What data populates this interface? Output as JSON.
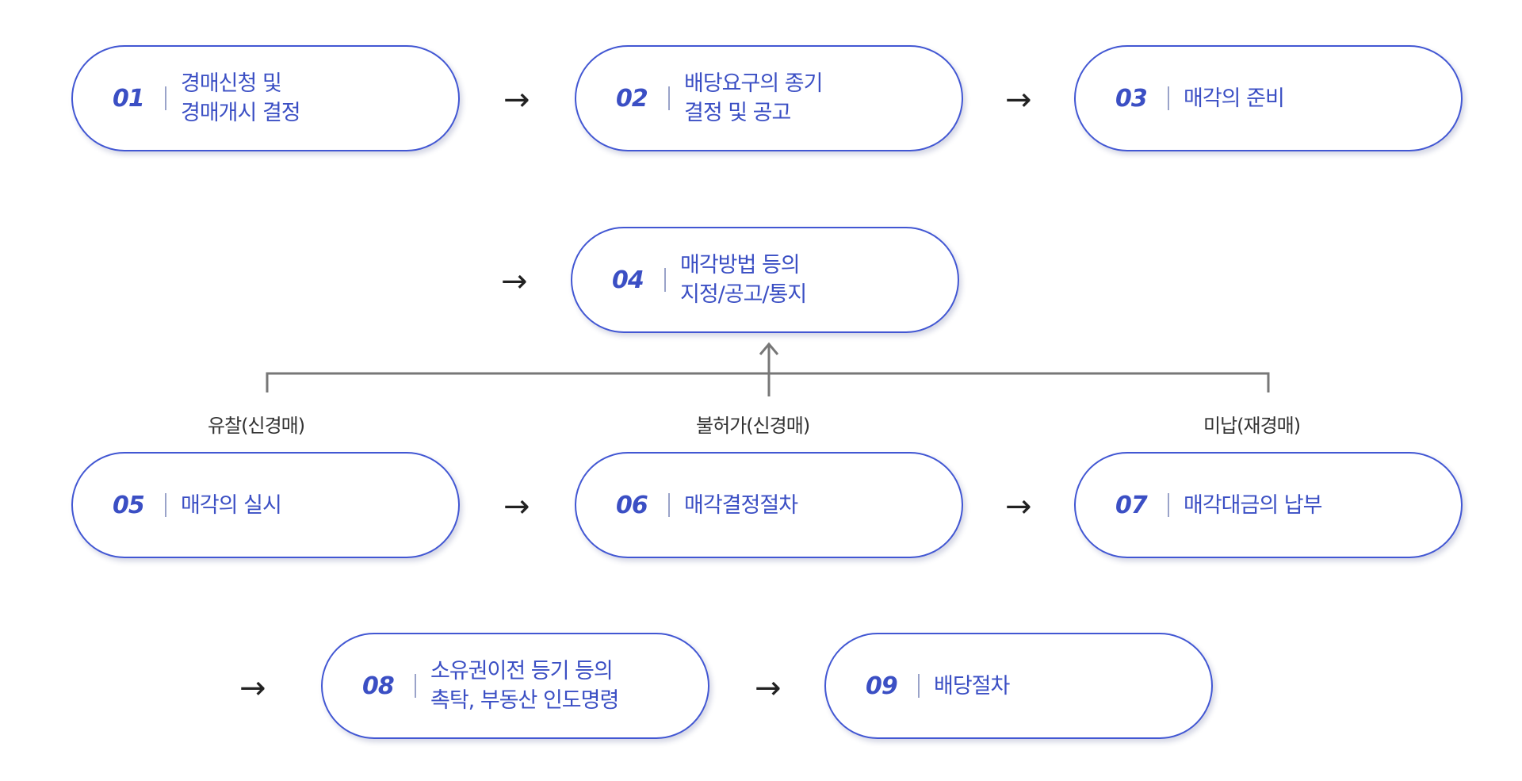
{
  "steps": [
    {
      "num": "01",
      "label": "경매신청 및\n경매개시 결정"
    },
    {
      "num": "02",
      "label": "배당요구의 종기\n결정 및 공고"
    },
    {
      "num": "03",
      "label": "매각의 준비"
    },
    {
      "num": "04",
      "label": "매각방법 등의\n지정/공고/통지"
    },
    {
      "num": "05",
      "label": "매각의 실시"
    },
    {
      "num": "06",
      "label": "매각결정절차"
    },
    {
      "num": "07",
      "label": "매각대금의 납부"
    },
    {
      "num": "08",
      "label": "소유권이전 등기 등의\n촉탁, 부동산 인도명령"
    },
    {
      "num": "09",
      "label": "배당절차"
    }
  ],
  "branches": {
    "left": "유찰(신경매)",
    "center": "불허가(신경매)",
    "right": "미납(재경매)"
  },
  "arrow_glyph": "→"
}
